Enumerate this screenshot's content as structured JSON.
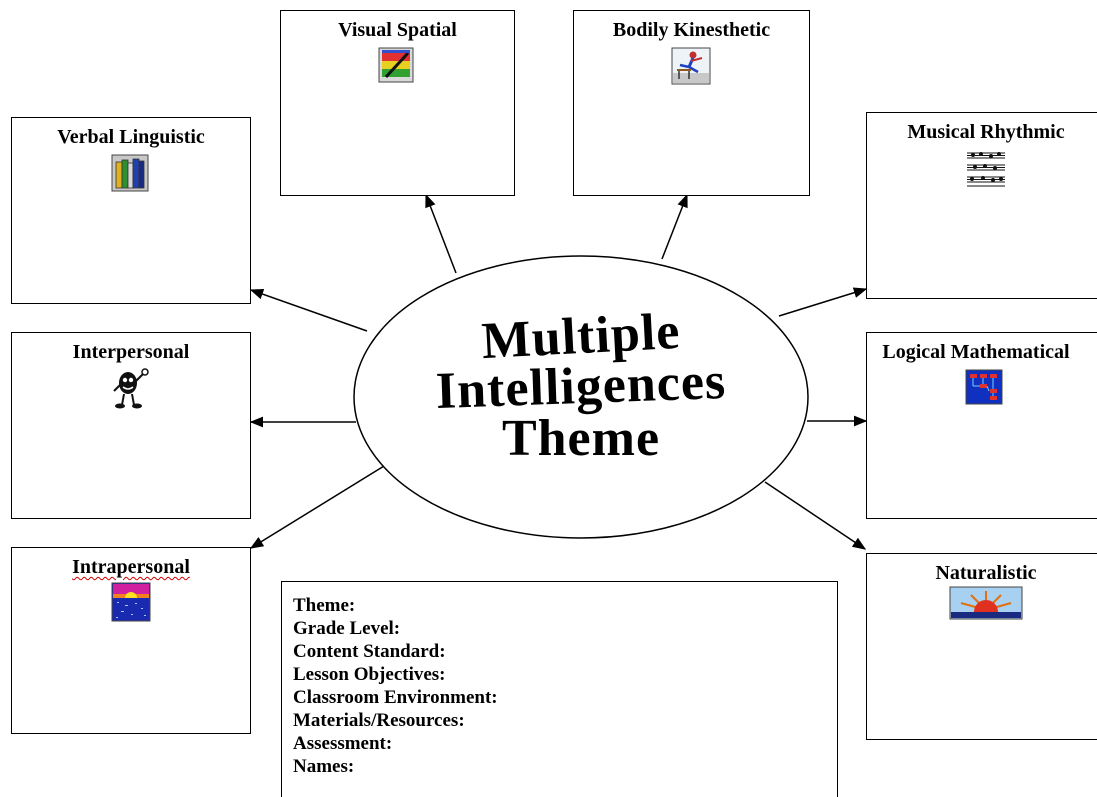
{
  "center": {
    "title_line1": "Multiple",
    "title_line2": "Intelligences",
    "title_line3": "Theme"
  },
  "intelligences": {
    "visual_spatial": {
      "title": "Visual Spatial",
      "icon": "paintbrush-icon"
    },
    "bodily_kinesthetic": {
      "title": "Bodily Kinesthetic",
      "icon": "hurdler-icon"
    },
    "verbal_linguistic": {
      "title": "Verbal Linguistic",
      "icon": "books-icon"
    },
    "musical_rhythmic": {
      "title": "Musical Rhythmic",
      "icon": "sheet-music-icon"
    },
    "interpersonal": {
      "title": "Interpersonal",
      "icon": "waving-character-icon"
    },
    "logical_mathematical": {
      "title": "Logical Mathematical",
      "icon": "flowchart-icon"
    },
    "intrapersonal": {
      "title": "Intrapersonal",
      "icon": "sunset-water-icon"
    },
    "naturalistic": {
      "title": "Naturalistic",
      "icon": "sunrise-icon"
    }
  },
  "info_box": {
    "lines": [
      "Theme:",
      "Grade Level:",
      "Content Standard:",
      "Lesson Objectives:",
      "Classroom Environment:",
      "Materials/Resources:",
      "Assessment:",
      "Names:"
    ]
  },
  "colors": {
    "line": "#000000",
    "spell_underline": "#d00000"
  }
}
